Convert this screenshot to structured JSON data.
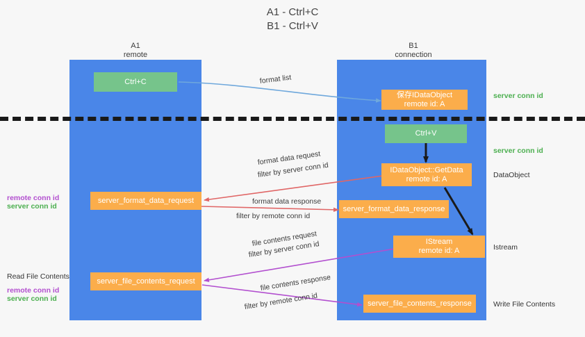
{
  "title": {
    "line1": "A1 - Ctrl+C",
    "line2": "B1 - Ctrl+V"
  },
  "columns": [
    {
      "name": "A1",
      "sub": "remote"
    },
    {
      "name": "B1",
      "sub": "connection"
    }
  ],
  "colors": {
    "lane": "#4a86e8",
    "box_orange": "#fbad4b",
    "box_green": "#76c48b",
    "server_conn_id": "#4caf50",
    "remote_conn_id": "#b24fcf",
    "arrow_blue": "#6fa8dc",
    "arrow_red": "#e06666",
    "arrow_purple": "#b24fcf",
    "arrow_black": "#1a1a1a",
    "background": "#f7f7f7"
  },
  "boxes": {
    "ctrl_c": {
      "line1": "Ctrl+C",
      "line2": ""
    },
    "ctrl_v": {
      "line1": "Ctrl+V",
      "line2": ""
    },
    "save_dataobject": {
      "line1": "保存IDataObject",
      "line2": "remote id: A"
    },
    "getdata": {
      "line1": "IDataObject::GetData",
      "line2": "remote id: A"
    },
    "istream": {
      "line1": "IStream",
      "line2": "remote id: A"
    },
    "format_data_request": {
      "line1": "server_format_data_request",
      "line2": ""
    },
    "format_data_response": {
      "line1": "server_format_data_response",
      "line2": ""
    },
    "file_contents_request": {
      "line1": "server_file_contents_request",
      "line2": ""
    },
    "file_contents_response": {
      "line1": "server_file_contents_response",
      "line2": ""
    }
  },
  "edge_labels": {
    "format_list": "format list",
    "format_data_request": "format data request",
    "format_data_response": "format data response",
    "file_contents_request": "file contents request",
    "file_contents_response": "file contents response",
    "filter_by": "filter by",
    "server_conn_id": "server conn id",
    "remote_conn_id": "remote conn id"
  },
  "side_labels": {
    "right_server_conn_top": "server conn id",
    "right_server_conn_mid": "server conn id",
    "right_dataobject": "DataObject",
    "right_istream": "Istream",
    "right_write_file_contents": "Write File Contents",
    "left_remote_conn_mid": "remote conn id",
    "left_server_conn_mid": "server conn id",
    "left_read_file_contents": "Read File Contents",
    "left_remote_conn_bottom": "remote conn id",
    "left_server_conn_bottom": "server conn id"
  }
}
